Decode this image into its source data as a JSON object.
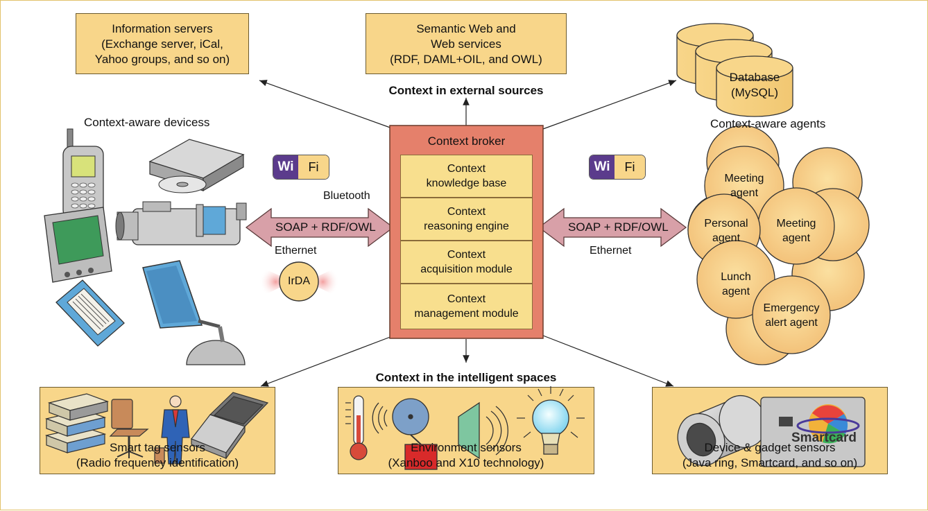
{
  "top_boxes": {
    "info_servers": [
      "Information servers",
      "(Exchange server, iCal,",
      "Yahoo groups, and so on)"
    ],
    "semantic_web": [
      "Semantic Web and",
      "Web services",
      "(RDF, DAML+OIL, and OWL)"
    ],
    "database": [
      "Database",
      "(MySQL)"
    ]
  },
  "headings": {
    "external": "Context in external sources",
    "intelligent": "Context in the intelligent spaces",
    "devices": "Context-aware devicess",
    "agents": "Context-aware agents"
  },
  "broker": {
    "title": "Context broker",
    "modules": [
      [
        "Context",
        "knowledge base"
      ],
      [
        "Context",
        "reasoning engine"
      ],
      [
        "Context",
        "acquisition module"
      ],
      [
        "Context",
        "management module"
      ]
    ]
  },
  "links": {
    "left_protocol": "SOAP + RDF/OWL",
    "right_protocol": "SOAP + RDF/OWL",
    "bluetooth": "Bluetooth",
    "ethernet_left": "Ethernet",
    "ethernet_right": "Ethernet",
    "irda": "IrDA",
    "wifi_wi": "Wi",
    "wifi_fi": "Fi"
  },
  "agents": {
    "meeting_top": [
      "Meeting",
      "agent"
    ],
    "personal": [
      "Personal",
      "agent"
    ],
    "meeting_right": [
      "Meeting",
      "agent"
    ],
    "lunch": [
      "Lunch",
      "agent"
    ],
    "emergency": [
      "Emergency",
      "alert agent"
    ]
  },
  "bottom_boxes": {
    "smart_tag": [
      "Smart tag sensors",
      "(Radio frequency identification)"
    ],
    "environment": [
      "Environment sensors",
      "(Xanboo and X10 technology)"
    ],
    "device_gadget": [
      "Device & gadget sensors",
      "(Java ring, Smartcard, and so on)"
    ]
  },
  "smartcard_text": "Smartcard",
  "colors": {
    "box_fill": "#f8d68a",
    "broker_fill": "#e5806b",
    "arrow_fill": "#d8a0a8",
    "wifi_purple": "#5b3b8c"
  }
}
